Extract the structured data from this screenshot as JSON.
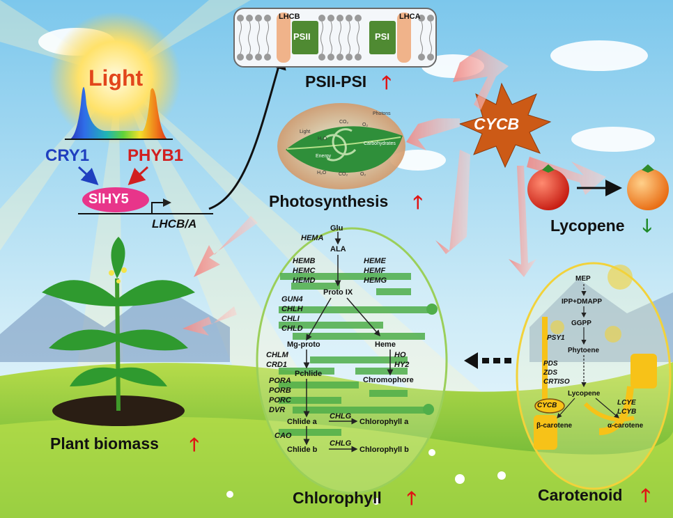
{
  "colors": {
    "sky": "#9fd7f0",
    "grass": "#8cc63f",
    "up_arrow": "#e01414",
    "down_arrow": "#1f8a2a",
    "cry1": "#1f3fbf",
    "phyb1": "#d11f1f",
    "light": "#e2461b",
    "slhy5": "#e8358a",
    "cycb_star": "#cc5a16",
    "lhc": "#f0b38a",
    "ps_box": "#4f8a32",
    "pink_arrow": "#f3a6a0"
  },
  "membrane": {
    "lhcb": "LHCB",
    "psii": "PSII",
    "psi": "PSI",
    "lhca": "LHCA",
    "caption": "PSII-PSI"
  },
  "light": {
    "title": "Light",
    "cry1": "CRY1",
    "phyb1": "PHYB1",
    "slhy5": "SlHY5",
    "target": "LHCB/A"
  },
  "cycb": "CYCB",
  "photosynthesis": {
    "caption": "Photosynthesis",
    "leaf_labels": [
      "Light",
      "Photons",
      "CO₂",
      "O₂",
      "H₂O",
      "Carbohydrates",
      "Energy",
      "H₂O",
      "CO₂",
      "O₂"
    ]
  },
  "lycopene": "Lycopene",
  "plant_biomass": "Plant biomass",
  "chlorophyll": {
    "caption": "Chlorophyll",
    "metabolites": {
      "glu": "Glu",
      "ala": "ALA",
      "protoix": "Proto IX",
      "mgproto": "Mg-proto",
      "heme": "Heme",
      "pchlide": "Pchlide",
      "chromophore": "Chromophore",
      "chlidea": "Chlide a",
      "chla": "Chlorophyll a",
      "chlideb": "Chlide b",
      "chlb": "Chlorophyll b"
    },
    "genes": {
      "hema": "HEMA",
      "hemb": "HEMB",
      "hemc": "HEMC",
      "hemd": "HEMD",
      "heme": "HEME",
      "hemf": "HEMF",
      "hemg": "HEMG",
      "gun4": "GUN4",
      "chlh": "CHLH",
      "chli": "CHLI",
      "chld": "CHLD",
      "chlm": "CHLM",
      "crd1": "CRD1",
      "ho": "HO",
      "hy2": "HY2",
      "pora": "PORA",
      "porb": "PORB",
      "porc": "PORC",
      "dvr": "DVR",
      "chlg1": "CHLG",
      "cao": "CAO",
      "chlg2": "CHLG"
    }
  },
  "carotenoid": {
    "caption": "Carotenoid",
    "metabolites": {
      "mep": "MEP",
      "ipp": "IPP+DMAPP",
      "ggpp": "GGPP",
      "phytoene": "Phytoene",
      "lycopene": "Lycopene",
      "bcar": "β-carotene",
      "acar": "α-carotene"
    },
    "genes": {
      "psy1": "PSY1",
      "pds": "PDS",
      "zds": "ZDS",
      "crtiso": "CRTISO",
      "cycb": "CYCB",
      "lcye": "LCYE",
      "lcyb": "LCYB"
    }
  }
}
